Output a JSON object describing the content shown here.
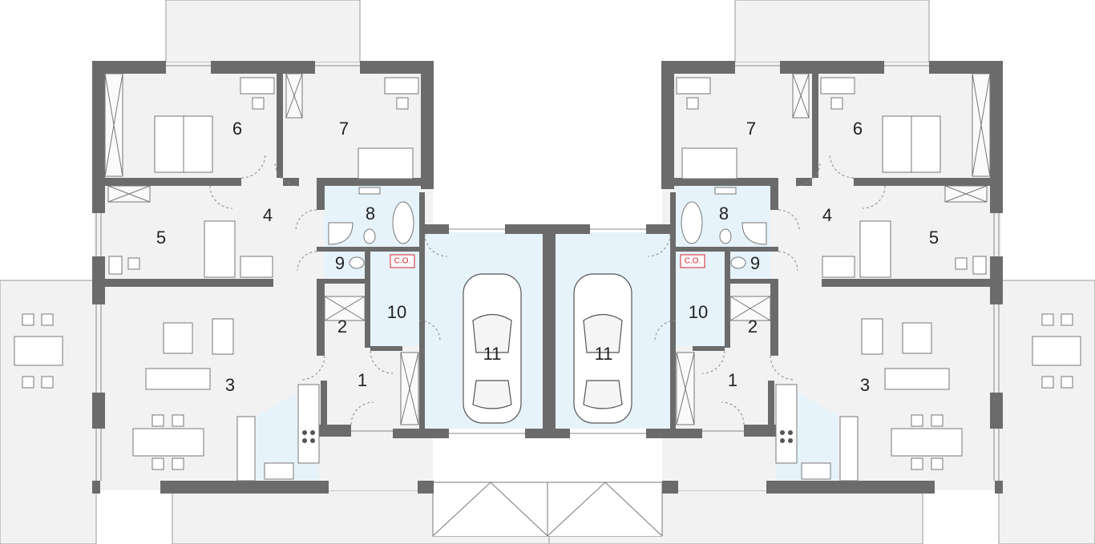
{
  "room_numbers": {
    "bedroom_large": "6",
    "bedroom_small": "7",
    "bedroom_side": "5",
    "hall": "4",
    "bathroom": "8",
    "wc": "9",
    "boiler_room": "10",
    "garage": "11",
    "living_room": "3",
    "entry": "1",
    "wardrobe": "2"
  },
  "boiler_label": "C.O.",
  "colors": {
    "wall": "#6b6b6b",
    "floor": "#f2f2f2",
    "wet_area": "#e6f3fb",
    "line": "#666666",
    "boiler_label": "#d0232a"
  }
}
